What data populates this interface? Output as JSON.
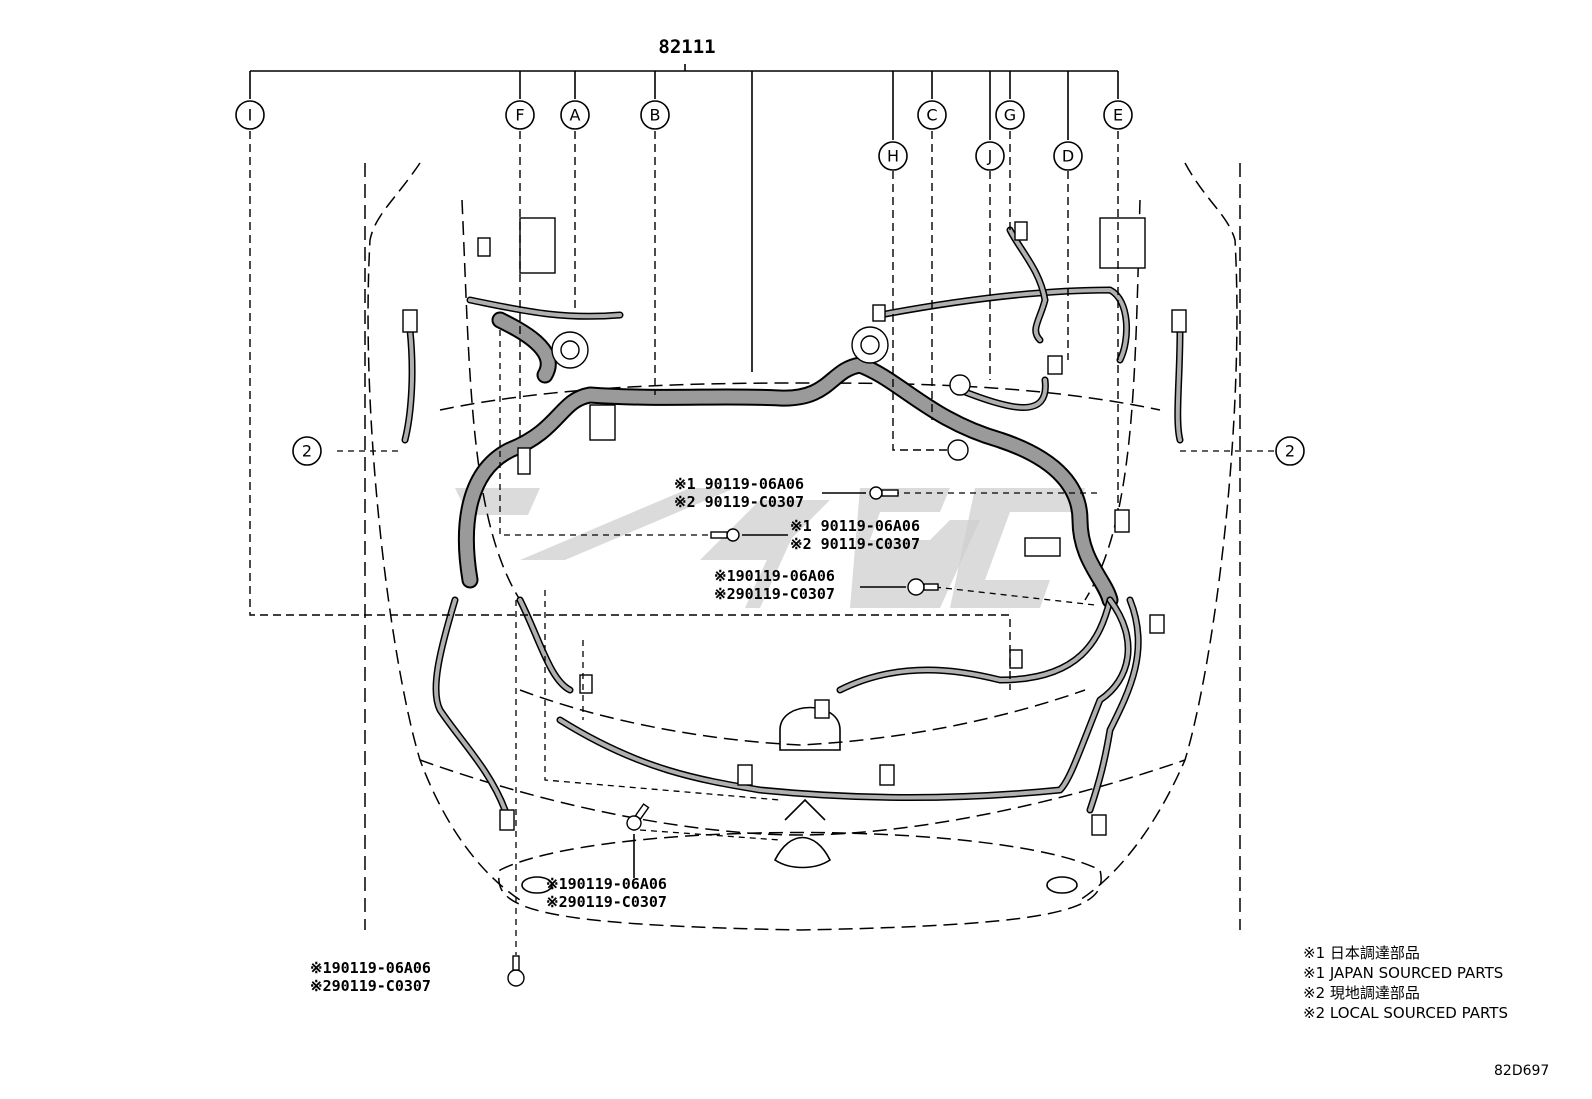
{
  "main_part_number": "82111",
  "callouts": [
    "I",
    "F",
    "A",
    "B",
    "H",
    "C",
    "J",
    "G",
    "D",
    "E"
  ],
  "ref_callout": "2",
  "bolt_labels": {
    "b1": {
      "line1": "※1 90119-06A06",
      "line2": "※2 90119-C0307"
    },
    "b2": {
      "line1": "※1 90119-06A06",
      "line2": "※2 90119-C0307"
    },
    "b3": {
      "line1": "※190119-06A06",
      "line2": "※290119-C0307"
    },
    "b4": {
      "line1": "※190119-06A06",
      "line2": "※290119-C0307"
    },
    "b5": {
      "line1": "※190119-06A06",
      "line2": "※290119-C0307"
    }
  },
  "legend": [
    "※1 日本調達部品",
    "※1 JAPAN SOURCED PARTS",
    "※2 現地調達部品",
    "※2 LOCAL SOURCED PARTS"
  ],
  "drawing_number": "82D697"
}
